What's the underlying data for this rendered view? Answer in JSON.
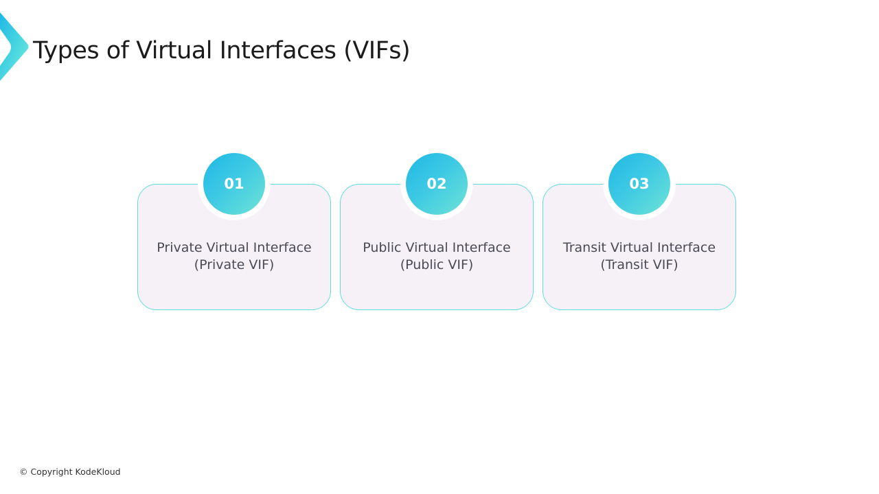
{
  "header": {
    "title": "Types of Virtual Interfaces (VIFs)",
    "logo_icon": "kodekloud-chevron-logo"
  },
  "cards": [
    {
      "number": "01",
      "line1": "Private Virtual Interface",
      "line2": "(Private VIF)"
    },
    {
      "number": "02",
      "line1": "Public Virtual Interface",
      "line2": "(Public VIF)"
    },
    {
      "number": "03",
      "line1": "Transit Virtual Interface",
      "line2": "(Transit VIF)"
    }
  ],
  "footer": {
    "copyright": "© Copyright KodeKloud"
  },
  "colors": {
    "accent_start": "#1fb8e6",
    "accent_end": "#6fe3d6",
    "card_bg": "#f5f1f7",
    "card_border": "#62dcdc"
  }
}
